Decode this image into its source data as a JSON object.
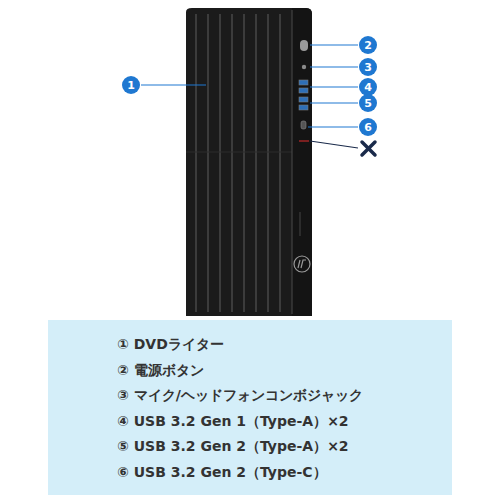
{
  "diagram": {
    "nodes": [
      {
        "text": [
          "2"
        ]
      },
      {
        "text": [
          "3"
        ]
      },
      {
        "text": [
          "1"
        ]
      },
      {
        "text": [
          "4"
        ]
      },
      {
        "text": [
          "5"
        ]
      },
      {
        "text": [
          "6"
        ]
      },
      {
        "text": [
          "① DVDライター",
          "② 電源ボタン",
          "③ マイク/ヘッドフォンコンボジャック",
          "④ USB 3.2 Gen 1（Type-A）×2",
          "⑤ USB 3.2 Gen 2（Type-A）×2",
          "⑥ USB 3.2 Gen 2（Type-C）"
        ]
      }
    ]
  }
}
